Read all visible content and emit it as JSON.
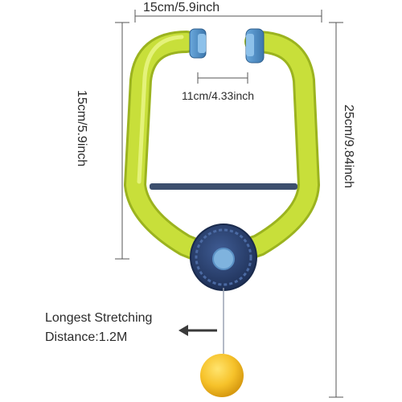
{
  "dimensions": {
    "width_label": "15cm/5.9inch",
    "handle_gap_label": "11cm/4.33inch",
    "grip_height_label": "15cm/5.9inch",
    "total_height_label": "25cm/9.84inch"
  },
  "annotation": {
    "line1": "Longest Stretching",
    "line2": "Distance:1.2M"
  },
  "colors": {
    "frame": "#c8df3a",
    "frame_shadow": "#9bb31f",
    "hub": "#2e4777",
    "hub_center": "#7fb3de",
    "grip_cap": "#4f8fc6",
    "ball": "#f6c22a",
    "crossbar": "#3d4f6e",
    "dimension_line": "#555555"
  },
  "icons": {
    "direction_arrow": "arrow-left-icon"
  }
}
